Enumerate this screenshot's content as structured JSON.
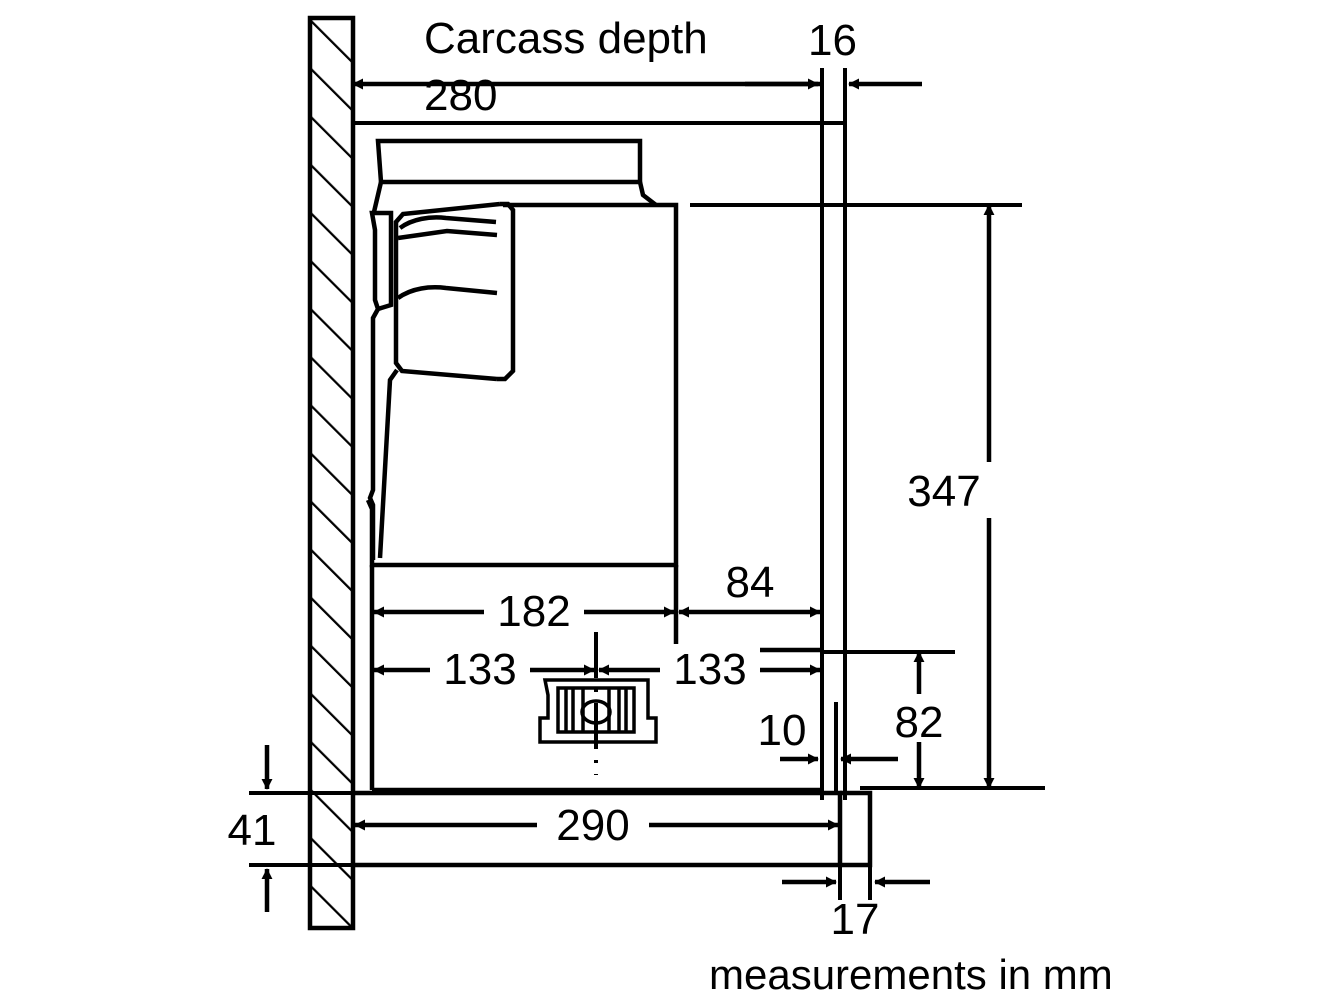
{
  "drawing": {
    "title": "Carcass depth",
    "caption": "measurements in mm",
    "units": "mm",
    "line_color": "#000000",
    "background_color": "#ffffff",
    "type": "technical-dimension-drawing",
    "subject": "built-in telescopic cooker hood side section view"
  },
  "dimensions": {
    "carcass_depth": "280",
    "top_gap": "16",
    "body_height": "347",
    "front_section": "182",
    "rear_section": "84",
    "left_to_center": "133",
    "center_to_right": "133",
    "lower_height": "82",
    "rear_offset": "10",
    "base_width": "290",
    "base_rear": "17",
    "wall_offset": "41"
  },
  "labels": [
    {
      "id": "carcass-depth-title",
      "text": "Carcass depth"
    },
    {
      "id": "dim-280",
      "text": "280"
    },
    {
      "id": "dim-16",
      "text": "16"
    },
    {
      "id": "dim-347",
      "text": "347"
    },
    {
      "id": "dim-182",
      "text": "182"
    },
    {
      "id": "dim-84",
      "text": "84"
    },
    {
      "id": "dim-133-left",
      "text": "133"
    },
    {
      "id": "dim-133-right",
      "text": "133"
    },
    {
      "id": "dim-82",
      "text": "82"
    },
    {
      "id": "dim-10",
      "text": "10"
    },
    {
      "id": "dim-290",
      "text": "290"
    },
    {
      "id": "dim-17",
      "text": "17"
    },
    {
      "id": "dim-41",
      "text": "41"
    },
    {
      "id": "caption",
      "text": "measurements in mm"
    }
  ]
}
